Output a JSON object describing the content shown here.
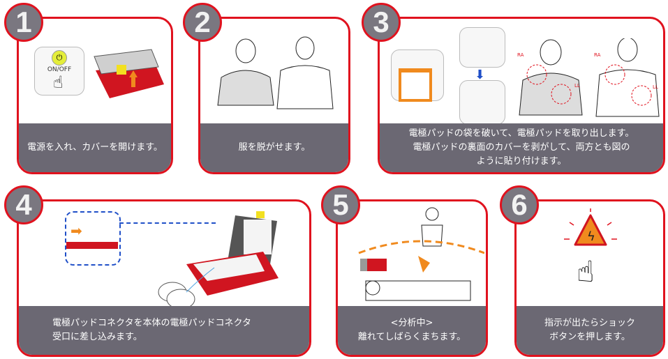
{
  "title": "AED usage steps",
  "colors": {
    "border": "#e0121e",
    "caption_bg": "#6b6873",
    "badge_bg": "#7a7780",
    "accent_orange": "#f08a1e"
  },
  "steps": [
    {
      "number": "1",
      "caption": "電源を入れ、カバーを開けます。",
      "button_label": "ON/OFF"
    },
    {
      "number": "2",
      "caption": "服を脱がせます。"
    },
    {
      "number": "3",
      "caption": "電極パッドの袋を破いて、電極パッドを取り出します。\n電極パッドの裏面のカバーを剥がして、両方とも図の\nように貼り付けます。",
      "pad_labels": [
        "RA",
        "LL"
      ]
    },
    {
      "number": "4",
      "caption": "電極パッドコネクタを本体の電極パッドコネクタ\n受口に差し込みます。"
    },
    {
      "number": "5",
      "caption": "<分析中>\n離れてしばらくまちます。"
    },
    {
      "number": "6",
      "caption": "指示が出たらショック\nボタンを押します。"
    }
  ]
}
